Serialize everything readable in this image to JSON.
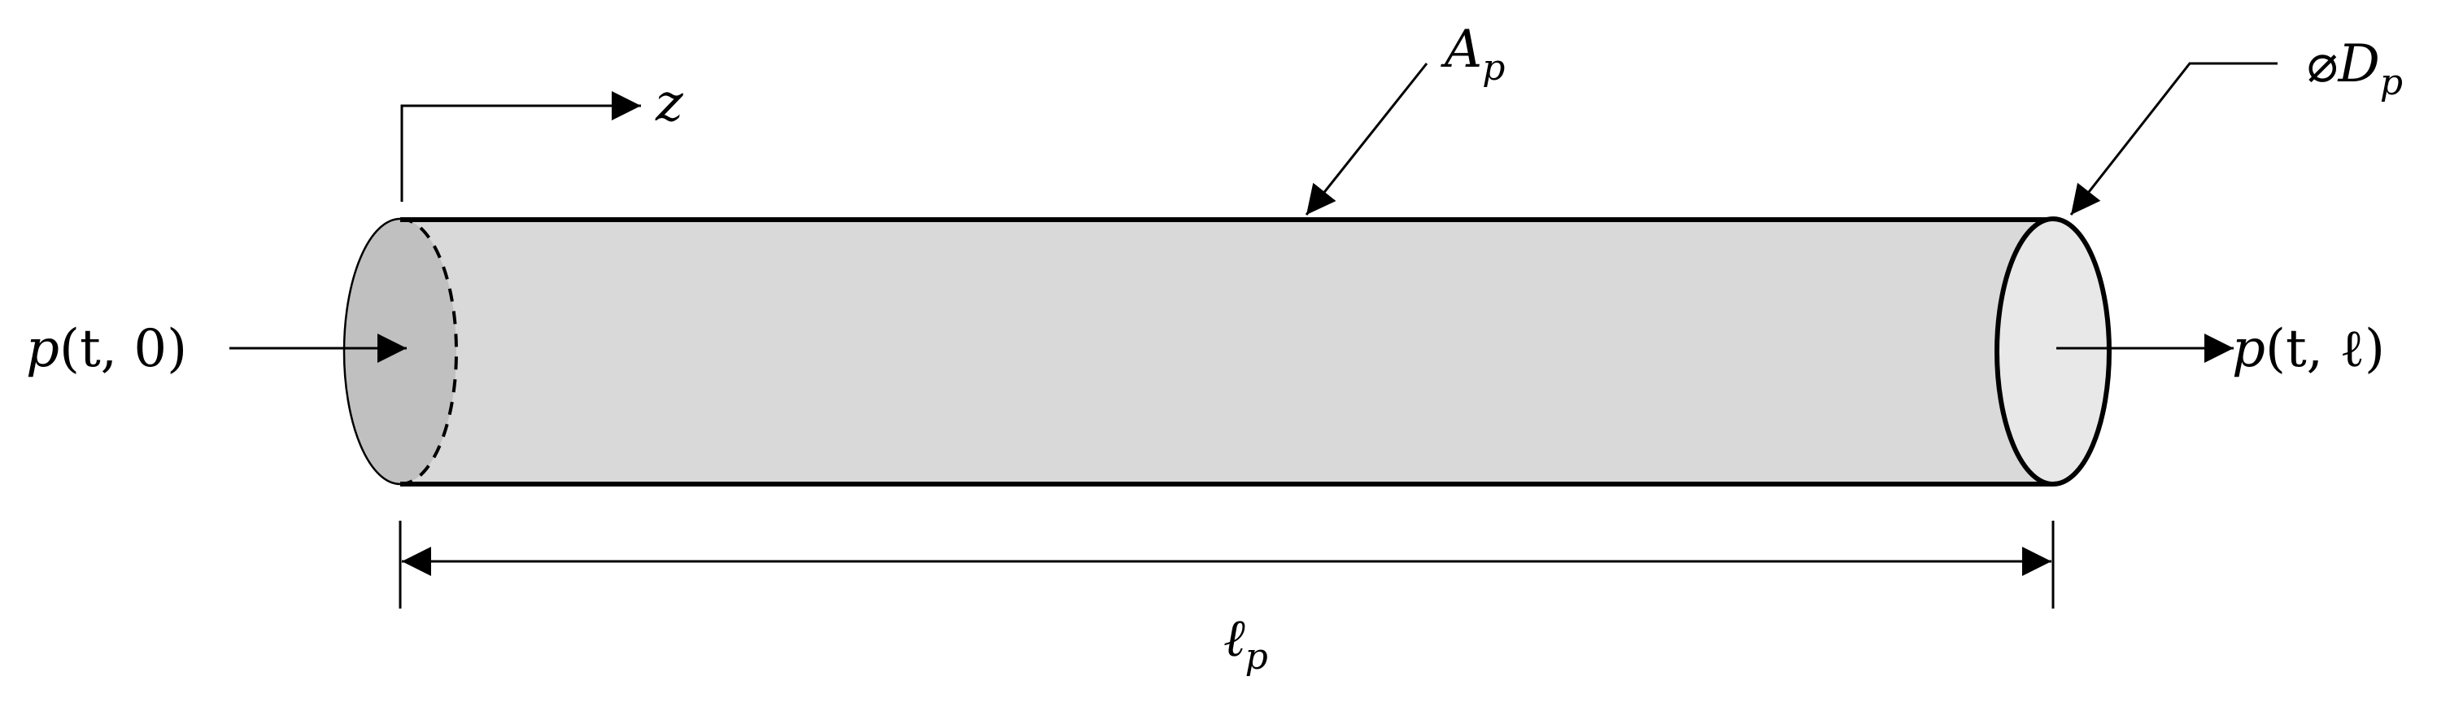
{
  "labels": {
    "inlet": {
      "base": "p",
      "args": "(t, 0)"
    },
    "outlet": {
      "base": "p",
      "args": "(t, ℓ)"
    },
    "axis": "z",
    "area": {
      "base": "A",
      "sub": "p"
    },
    "diameter": {
      "symbol": "⌀",
      "base": "D",
      "sub": "p"
    },
    "length": {
      "base": "ℓ",
      "sub": "p"
    }
  },
  "colors": {
    "tube_fill": "#d9d9d9",
    "inlet_face": "#c0c0c0",
    "outlet_face": "#e8e8e8",
    "stroke": "#000000"
  }
}
